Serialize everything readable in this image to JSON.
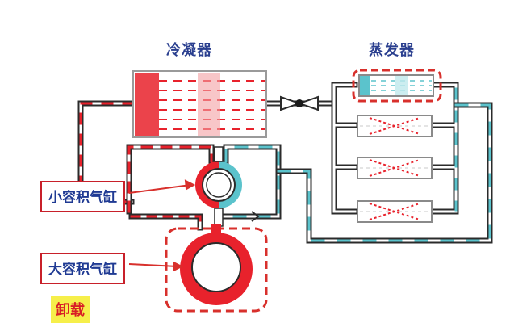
{
  "labels": {
    "condenser": "冷凝器",
    "evaporator": "蒸发器",
    "small_cylinder": "小容积气缸",
    "large_cylinder": "大容积气缸",
    "mode": "卸载"
  },
  "colors": {
    "hot": "#e8222c",
    "cold": "#5bc3cc",
    "pipe": "#2b2b2b",
    "highlight_border": "#d8302c",
    "callout_text": "#1f3a93",
    "badge_bg": "#f6ef4a"
  }
}
